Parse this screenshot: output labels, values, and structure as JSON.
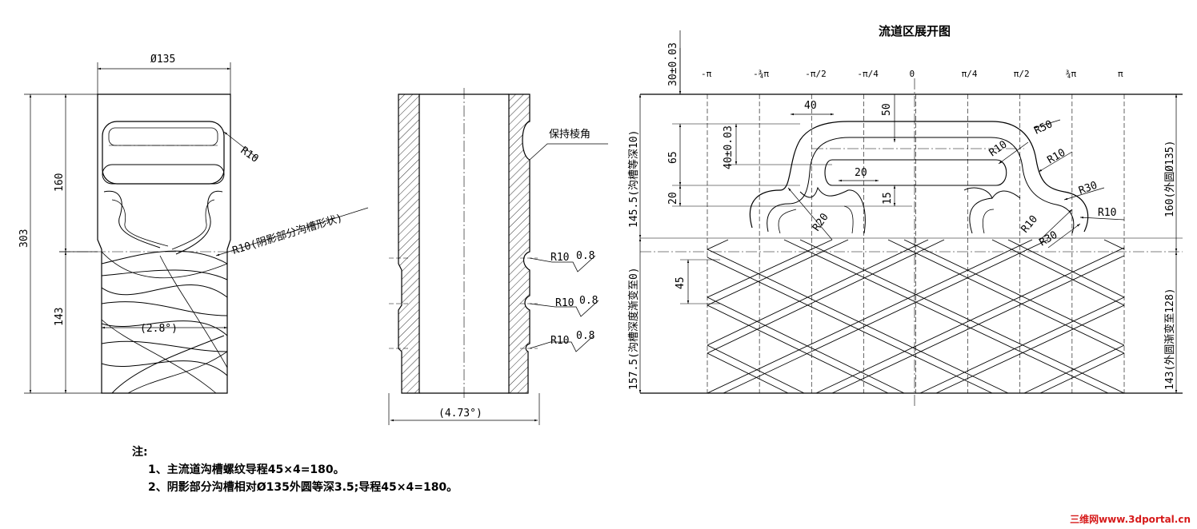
{
  "left_view": {
    "dia": "Ø135",
    "h_total": "303",
    "h_top": "160",
    "h_bottom": "143",
    "r_top": "R10",
    "r_shadow": "R10(阴影部分沟槽形状)",
    "angle": "(2.8°)"
  },
  "section_view": {
    "corner_note": "保持棱角",
    "groove_r": "R10",
    "roughness": "0.8",
    "angle": "(4.73°)"
  },
  "development_view": {
    "title": "流道区展开图",
    "ticks": [
      "-π",
      "-¾π",
      "-π/2",
      "-π/4",
      "0",
      "π/4",
      "π/2",
      "¾π",
      "π"
    ],
    "dims": {
      "d30": "30±0.03",
      "d40w": "40",
      "d50": "50",
      "d65": "65",
      "d40tol": "40±0.03",
      "d20a": "20",
      "d20b": "20",
      "d15": "15",
      "d45": "45",
      "r10a": "R10",
      "r50": "R50",
      "r10b": "R10",
      "r30a": "R30",
      "r20": "R20",
      "r10c": "R10",
      "r30b": "R30",
      "r10d": "R10",
      "left_top": "145.5(沟槽等深10)",
      "left_bottom": "157.5(沟槽深度渐变至0)",
      "right_top": "160(外圆Ø135)",
      "right_bottom": "143(外圆渐变至128)"
    }
  },
  "notes": {
    "heading": "注:",
    "items": [
      "1、主流道沟槽螺纹导程45×4=180。",
      "2、阴影部分沟槽相对Ø135外圆等深3.5;导程45×4=180。"
    ]
  },
  "watermark": "三维网www.3dportal.cn"
}
